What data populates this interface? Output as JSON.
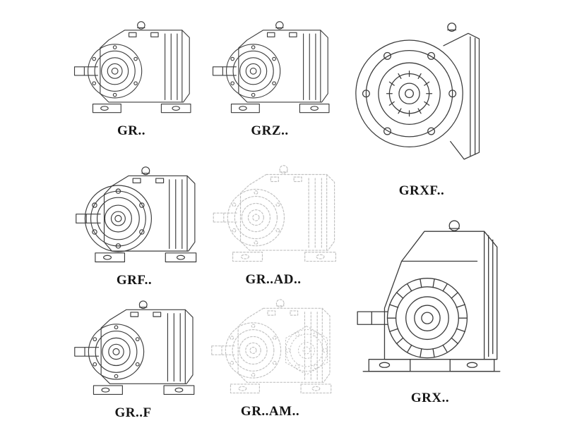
{
  "page": {
    "background": "#ffffff",
    "ink_color": "#3c3c3c",
    "ghost_ink_color": "#c2c2c2"
  },
  "catalog": {
    "items": [
      {
        "label": "GR.."
      },
      {
        "label": "GRZ.."
      },
      {
        "label": "GRXF.."
      },
      {
        "label": "GRF.."
      },
      {
        "label": "GR..AD.."
      },
      {
        "label": "GR..F"
      },
      {
        "label": "GR..AM.."
      },
      {
        "label": "GRX.."
      }
    ]
  }
}
